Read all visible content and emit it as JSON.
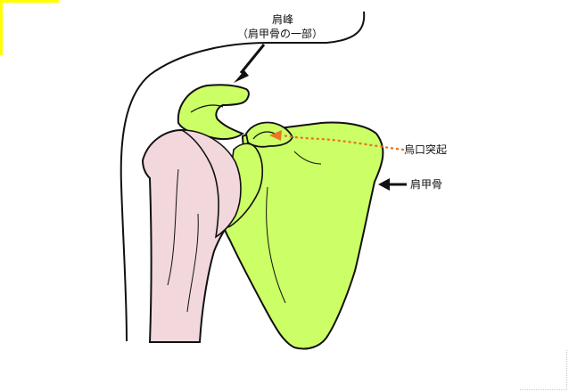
{
  "labels": {
    "acromion": "肩峰",
    "acromion_note": "（肩甲骨の一部）",
    "coracoid": "烏口突起",
    "scapula": "肩甲骨"
  },
  "colors": {
    "scapula_fill": "#ccff66",
    "humerus_fill": "#f2d7dc",
    "outline": "#111111",
    "pointer": "#e87722",
    "corner_mark": "#ffff00"
  }
}
